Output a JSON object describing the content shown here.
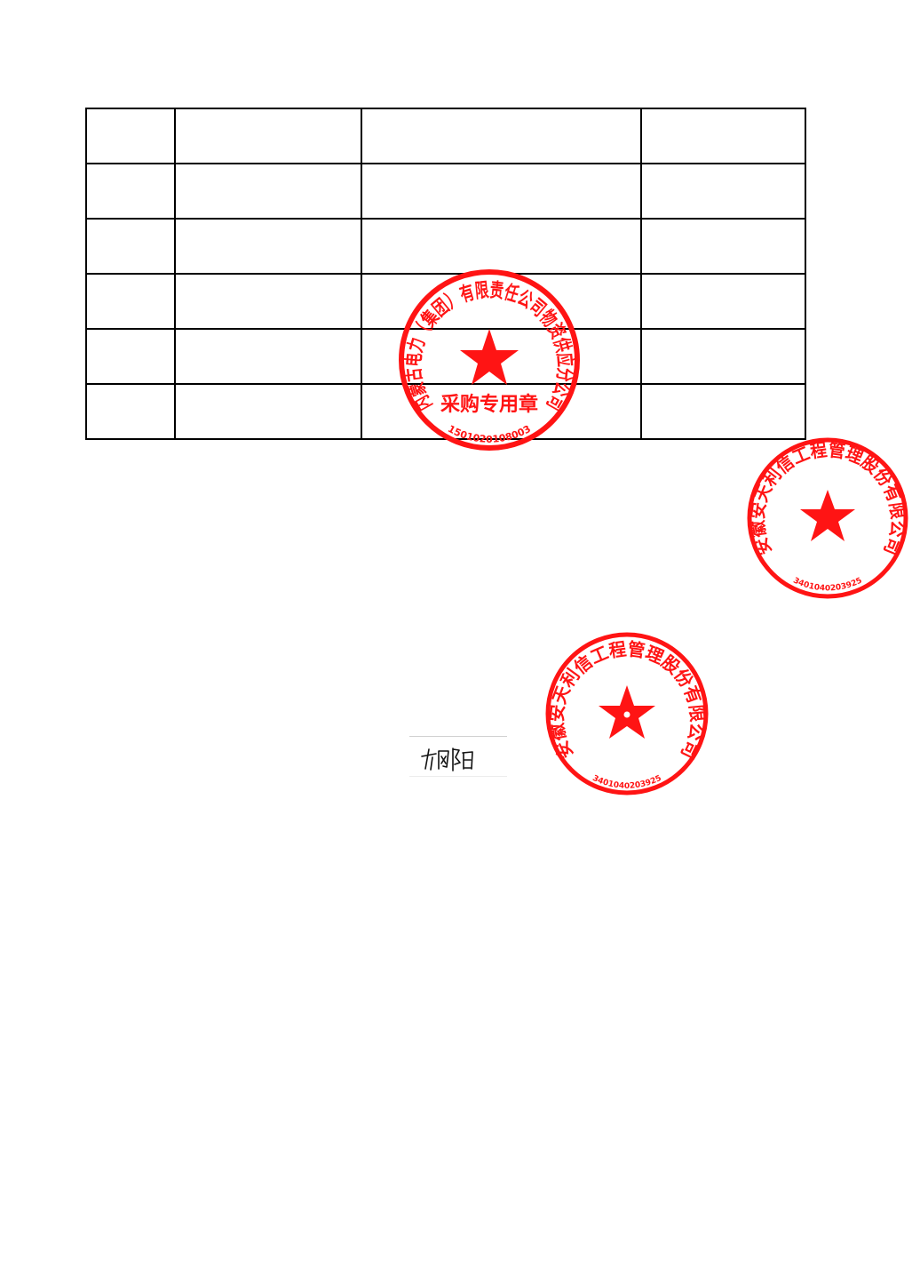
{
  "table": {
    "rows": [
      [
        "",
        "",
        "",
        ""
      ],
      [
        "",
        "",
        "",
        ""
      ],
      [
        "",
        "",
        "",
        ""
      ],
      [
        "",
        "",
        "",
        ""
      ],
      [
        "",
        "",
        "",
        ""
      ],
      [
        "",
        "",
        "",
        ""
      ]
    ]
  },
  "seals": {
    "center": {
      "arc_text": "内蒙古电力（集团）有限责任公司物资供应分公司",
      "center_text": "采购专用章",
      "code": "1501020108003"
    },
    "right_edge": {
      "arc_text": "安徽安天利信工程管理股份有限公司",
      "code": "3401040203925"
    },
    "lower": {
      "arc_text": "安徽安天利信工程管理股份有限公司",
      "code": "3401040203925"
    }
  },
  "signature": {
    "text": "胡阳"
  },
  "colors": {
    "seal_red": "#ff1414",
    "border": "#000000"
  }
}
